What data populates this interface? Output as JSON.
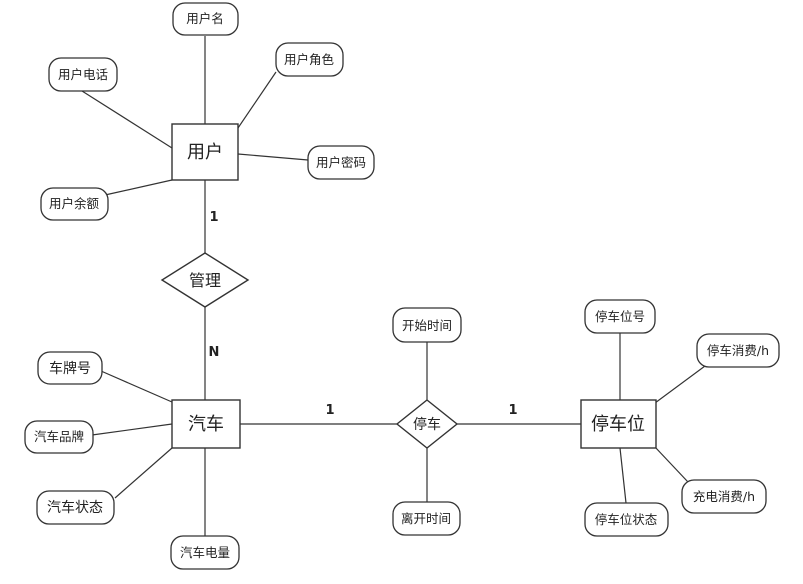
{
  "entities": {
    "user": "用户",
    "car": "汽车",
    "spot": "停车位"
  },
  "relationships": {
    "manage": "管理",
    "park": "停车"
  },
  "attributes": {
    "user_name": "用户名",
    "user_phone": "用户电话",
    "user_role": "用户角色",
    "user_password": "用户密码",
    "user_balance": "用户余额",
    "plate_number": "车牌号",
    "car_brand": "汽车品牌",
    "car_status": "汽车状态",
    "car_battery": "汽车电量",
    "start_time": "开始时间",
    "leave_time": "离开时间",
    "spot_number": "停车位号",
    "parking_fee": "停车消费/h",
    "charging_fee": "充电消费/h",
    "spot_status": "停车位状态"
  },
  "cardinalities": {
    "user_manage": "1",
    "manage_car": "N",
    "car_park": "1",
    "park_spot": "1"
  }
}
